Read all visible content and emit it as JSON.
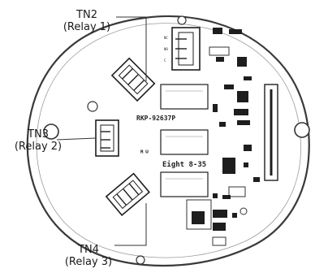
{
  "callouts": {
    "tn2": {
      "terminal": "TN2",
      "relay": "(Relay 1)"
    },
    "tn3": {
      "terminal": "TN3",
      "relay": "(Relay 2)"
    },
    "tn4": {
      "terminal": "TN4",
      "relay": "(Relay 3)"
    }
  },
  "board": {
    "part_number": "RKP-92637P",
    "silk_text": "Eight 8-35"
  },
  "colors": {
    "board": "#ffffff",
    "outline": "#3a3a3a",
    "component": "#1e1e1e",
    "leader": "#333333"
  }
}
